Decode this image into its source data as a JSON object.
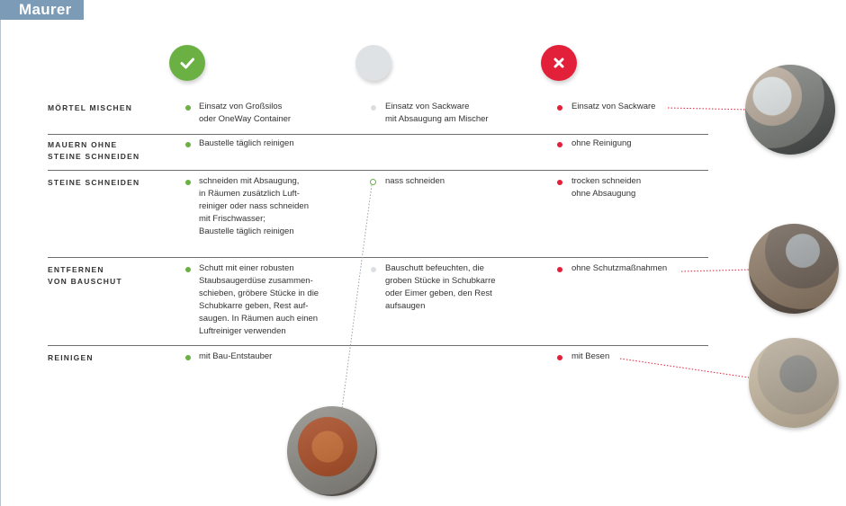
{
  "page": {
    "title": "Maurer",
    "colors": {
      "good": "#6ab043",
      "neutral": "#dfe2e5",
      "bad": "#e2203a",
      "title_bar": "#7b9bb6"
    }
  },
  "legend": {
    "good_icon": "check-icon",
    "neutral_icon": "empty-circle-icon",
    "bad_icon": "cross-icon"
  },
  "rows": [
    {
      "label": "MÖRTEL MISCHEN",
      "good": "Einsatz von Großsilos\noder OneWay Container",
      "neutral": "Einsatz von Sackware\nmit Absaugung am Mischer",
      "bad": "Einsatz von Sackware"
    },
    {
      "label": "MAUERN OHNE\nSTEINE SCHNEIDEN",
      "good": "Baustelle täglich reinigen",
      "neutral": "",
      "bad": "ohne Reinigung"
    },
    {
      "label": "STEINE SCHNEIDEN",
      "good": "schneiden mit Absaugung,\nin Räumen zusätzlich Luft-\nreiniger oder nass schneiden\nmit Frischwasser;\nBaustelle täglich reinigen",
      "neutral": "nass schneiden",
      "bad": "trocken schneiden\nohne Absaugung"
    },
    {
      "label": "ENTFERNEN\nVON BAUSCHUT",
      "good": "Schutt mit einer robusten\nStaubsaugerdüse zusammen-\nschieben, gröbere Stücke in die\nSchubkarre geben, Rest auf-\nsaugen. In Räumen auch einen\nLuftreiniger verwenden",
      "neutral": "Bauschutt befeuchten, die\ngroben Stücke in Schubkarre\noder Eimer geben, den Rest\naufsaugen",
      "bad": "ohne Schutzmaßnahmen"
    },
    {
      "label": "REINIGEN",
      "good": "mit Bau-Entstauber",
      "neutral": "",
      "bad": "mit Besen"
    }
  ]
}
